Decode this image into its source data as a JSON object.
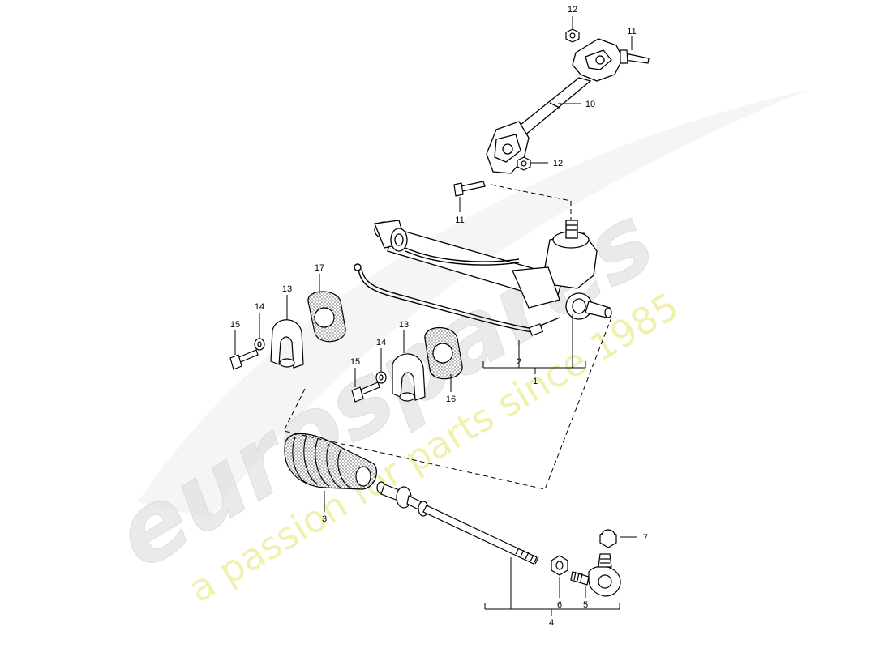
{
  "watermark": {
    "logo_text": "eurospares",
    "tagline": "a passion for parts since 1985",
    "logo_color": "#d9d9d9",
    "tagline_color": "#e8e88a"
  },
  "callouts": [
    {
      "id": "c12a",
      "label": "12"
    },
    {
      "id": "c11a",
      "label": "11"
    },
    {
      "id": "c10",
      "label": "10"
    },
    {
      "id": "c12b",
      "label": "12"
    },
    {
      "id": "c11b",
      "label": "11"
    },
    {
      "id": "c17",
      "label": "17"
    },
    {
      "id": "c13a",
      "label": "13"
    },
    {
      "id": "c14a",
      "label": "14"
    },
    {
      "id": "c15a",
      "label": "15"
    },
    {
      "id": "c13b",
      "label": "13"
    },
    {
      "id": "c14b",
      "label": "14"
    },
    {
      "id": "c15b",
      "label": "15"
    },
    {
      "id": "c16",
      "label": "16"
    },
    {
      "id": "c2",
      "label": "2"
    },
    {
      "id": "c1",
      "label": "1"
    },
    {
      "id": "c3",
      "label": "3"
    },
    {
      "id": "c7",
      "label": "7"
    },
    {
      "id": "c6",
      "label": "6"
    },
    {
      "id": "c5",
      "label": "5"
    },
    {
      "id": "c4",
      "label": "4"
    }
  ]
}
